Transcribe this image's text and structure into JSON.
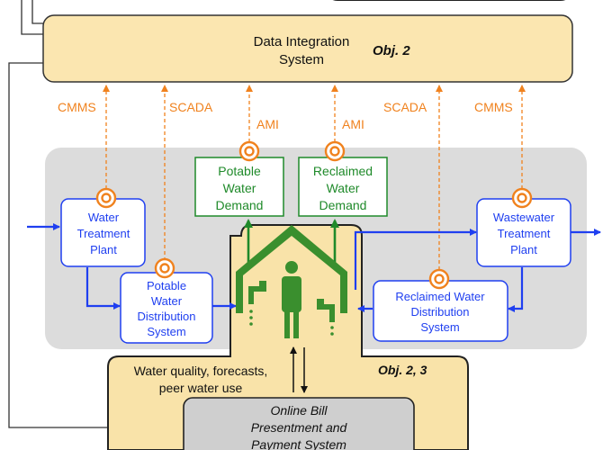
{
  "integration": {
    "title_line1": "Data Integration",
    "title_line2": "System",
    "objective": "Obj. 2"
  },
  "links": {
    "cmms_left": "CMMS",
    "scada_left": "SCADA",
    "ami_left": "AMI",
    "ami_right": "AMI",
    "scada_right": "SCADA",
    "cmms_right": "CMMS"
  },
  "nodes": {
    "water_treatment": [
      "Water",
      "Treatment",
      "Plant"
    ],
    "potable_distribution": [
      "Potable",
      "Water",
      "Distribution",
      "System"
    ],
    "potable_demand": [
      "Potable",
      "Water",
      "Demand"
    ],
    "reclaimed_demand": [
      "Reclaimed",
      "Water",
      "Demand"
    ],
    "wastewater_treatment": [
      "Wastewater",
      "Treatment",
      "Plant"
    ],
    "reclaimed_distribution": [
      "Reclaimed Water",
      "Distribution",
      "System"
    ]
  },
  "customer": {
    "info_line1": "Water quality, forecasts,",
    "info_line2": "peer water use",
    "objective": "Obj. 2, 3"
  },
  "billing": [
    "Online Bill",
    "Presentment and",
    "Payment System"
  ],
  "colors": {
    "integration_fill": "#fbe6b0",
    "customer_fill": "#f9e3a9",
    "panel_fill": "#dcdcdc",
    "blue": "#1f3ff0",
    "green": "#1f8a2a",
    "orange": "#f0821e",
    "house_green": "#3a8f2e"
  }
}
